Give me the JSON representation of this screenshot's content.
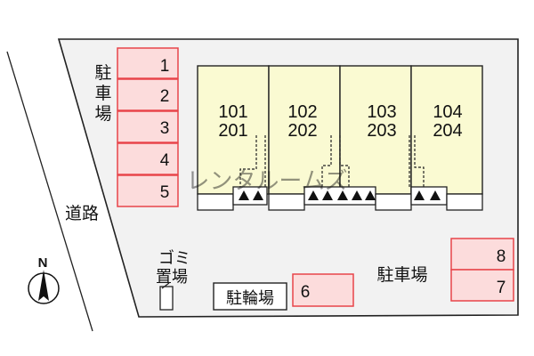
{
  "parking_left": {
    "label": "駐車場",
    "spaces": [
      "1",
      "2",
      "3",
      "4",
      "5"
    ]
  },
  "road": {
    "label": "道路"
  },
  "units": [
    {
      "upper": "101",
      "lower": "201"
    },
    {
      "upper": "102",
      "lower": "202"
    },
    {
      "upper": "103",
      "lower": "203"
    },
    {
      "upper": "104",
      "lower": "204"
    }
  ],
  "garbage": {
    "label_line1": "ゴミ",
    "label_line2": "置場"
  },
  "bicycle": {
    "label": "駐輪場",
    "space": "6"
  },
  "parking_right": {
    "label": "駐車場",
    "spaces": [
      "8",
      "7"
    ]
  },
  "compass": {
    "label": "N"
  },
  "watermark": "レンタルームズ",
  "colors": {
    "site_fill": "#f2f2f2",
    "building_fill": "#fafad2",
    "parking_fill": "#fcdcdc",
    "parking_stroke": "#e8454a"
  }
}
